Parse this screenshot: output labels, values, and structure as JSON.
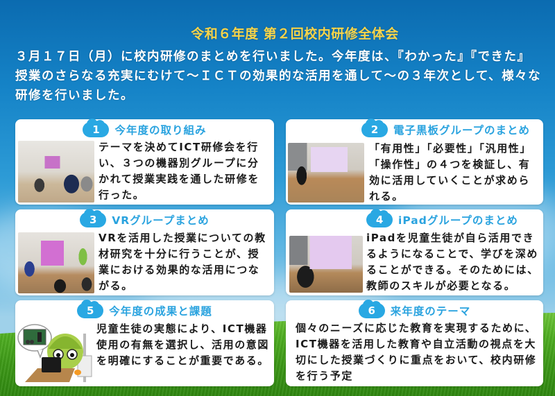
{
  "header": {
    "title": "令和６年度 第２回校内研修全体会",
    "intro": "３月１７日（月）に校内研修のまとめを行いました。今年度は、『わかった』『できた』授業のさらなる充実にむけて～ＩＣＴの効果的な活用を通して～の３年次として、様々な研修を行いました。"
  },
  "colors": {
    "title_yellow": "#f7d44a",
    "accent_blue": "#29a8e3",
    "card_bg": "#ffffff",
    "body_text": "#1a1a1a"
  },
  "cards": [
    {
      "number": "1",
      "title": "今年度の取り組み",
      "image": "training-session-photo",
      "text": "テーマを決めてICT研修会を行い、３つの機器別グループに分かれて授業実践を通した研修を行った。"
    },
    {
      "number": "2",
      "title": "電子黒板グループのまとめ",
      "image": "electronic-blackboard-photo",
      "text": "「有用性」「必要性」「汎用性」「操作性」の４つを検証し、有効に活用していくことが求められる。"
    },
    {
      "number": "3",
      "title": "VRグループまとめ",
      "image": "vr-presentation-photo",
      "text": "VRを活用した授業についての教材研究を十分に行うことが、授業における効果的な活用につながる。"
    },
    {
      "number": "4",
      "title": "iPadグループのまとめ",
      "image": "ipad-presentation-photo",
      "text": "iPadを児童生徒が自ら活用できるようになることで、学びを深めることができる。そのためには、教師のスキルが必要となる。"
    },
    {
      "number": "5",
      "title": "今年度の成果と課題",
      "image": "mascot-with-tablet-illustration",
      "text": "児童生徒の実態により、ICT機器使用の有無を選択し、活用の意図を明確にすることが重要である。"
    },
    {
      "number": "6",
      "title": "来年度のテーマ",
      "text": "個々のニーズに応じた教育を実現するために、ICT機器を活用した教育や自立活動の視点を大切にした授業づくりに重点をおいて、校内研修を行う予定"
    }
  ]
}
